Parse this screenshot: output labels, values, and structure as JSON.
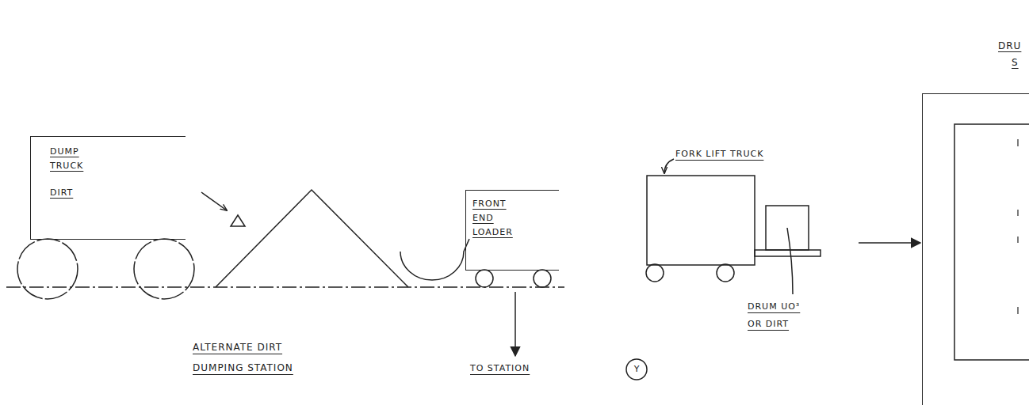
{
  "diagram": {
    "nodes": [
      {
        "text": [
          "DUMP TRUCK",
          "DIRT"
        ]
      },
      {
        "text": [
          "FRONT END LOADER"
        ]
      },
      {
        "text": [
          "Y"
        ]
      },
      {
        "text": [
          "DRU",
          "S"
        ]
      }
    ],
    "labels": [
      "ALTERNATE DIRT DUMPING STATION",
      "TO STATION",
      "FORK LIFT TRUCK",
      "DRUM UO³ OR DIRT"
    ]
  }
}
